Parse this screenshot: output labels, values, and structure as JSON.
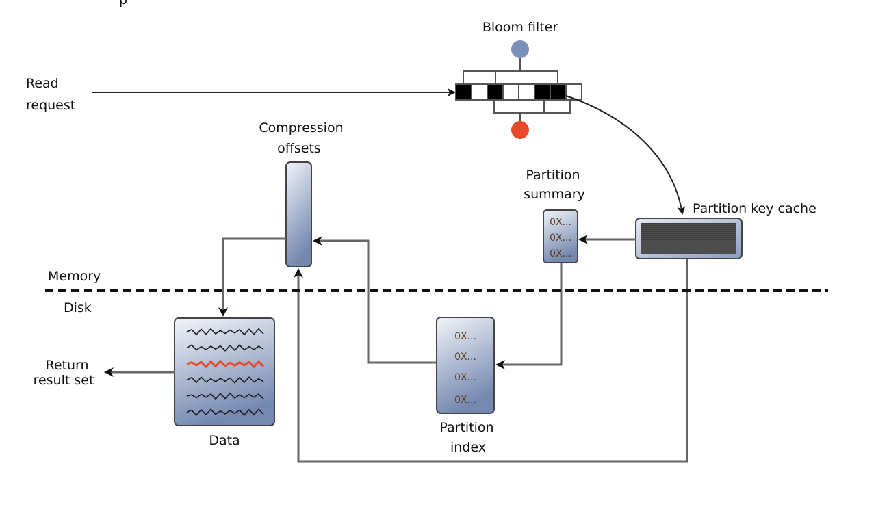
{
  "title_fragment": "p",
  "labels": {
    "read_request": [
      "Read",
      "request"
    ],
    "bloom_filter": "Bloom filter",
    "compression_offsets": [
      "Compression",
      "offsets"
    ],
    "partition_summary": [
      "Partition",
      "summary"
    ],
    "partition_key_cache": "Partition key cache",
    "memory": "Memory",
    "disk": "Disk",
    "return_result_set": [
      "Return",
      "result set"
    ],
    "data": "Data",
    "partition_index": [
      "Partition",
      "index"
    ]
  },
  "partition_summary_entries": [
    "0X...",
    "0X...",
    "0X..."
  ],
  "partition_index_entries": [
    "0X...",
    "0X...",
    "0X...",
    "0X..."
  ],
  "bloom_filter": {
    "bits": [
      1,
      0,
      1,
      0,
      0,
      1,
      1,
      0
    ],
    "query_positive_color": "#7a8fb8",
    "query_negative_color": "#e84a2a"
  },
  "colors": {
    "box_gradient_top": "#eef0f6",
    "box_gradient_bottom": "#7c8fb4",
    "highlight_row": "#e84a2a",
    "cache_fill": "#4a4a4a"
  },
  "data_rows": {
    "count": 6,
    "highlight_index": 2
  }
}
